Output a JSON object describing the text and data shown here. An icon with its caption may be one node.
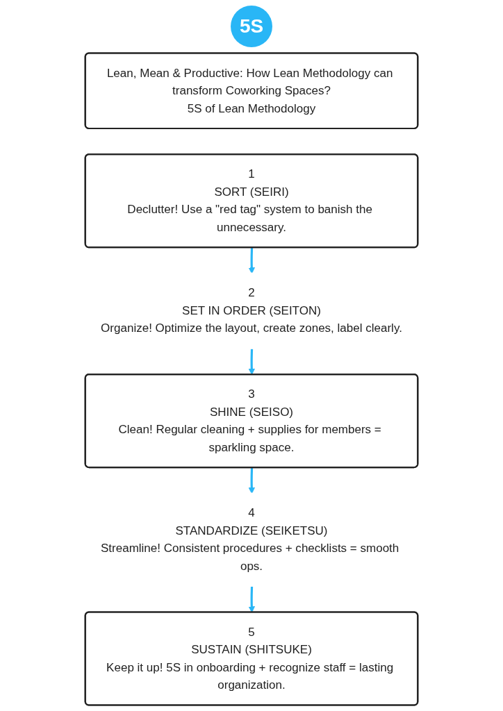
{
  "diagram": {
    "nodes": [
      {
        "text": [
          "Lean, Mean & Productive: How Lean Methodology can transform Coworking Spaces?",
          "5S of Lean Methodology"
        ]
      },
      {
        "text": [
          "1",
          "SORT (SEIRI)",
          "Declutter! Use a \"red tag\" system to banish the unnecessary."
        ]
      },
      {
        "text": [
          "2",
          "SET IN ORDER (SEITON)",
          "Organize! Optimize the layout, create zones, label clearly."
        ]
      },
      {
        "text": [
          "3",
          "SHINE (SEISO)",
          "Clean! Regular cleaning + supplies for members = sparkling space."
        ]
      },
      {
        "text": [
          "4",
          "STANDARDIZE (SEIKETSU)",
          "Streamline! Consistent procedures + checklists = smooth ops."
        ]
      },
      {
        "text": [
          "5",
          "SUSTAIN (SHITSUKE)",
          "Keep it up! 5S in onboarding + recognize staff = lasting organization."
        ]
      }
    ],
    "edges": [
      {
        "from": 1,
        "to": 2,
        "arrow": "to"
      },
      {
        "from": 2,
        "to": 3,
        "arrow": "to"
      },
      {
        "from": 3,
        "to": 4,
        "arrow": "to"
      },
      {
        "from": 4,
        "to": 5,
        "arrow": "to"
      }
    ],
    "labels": [
      "5S"
    ]
  }
}
